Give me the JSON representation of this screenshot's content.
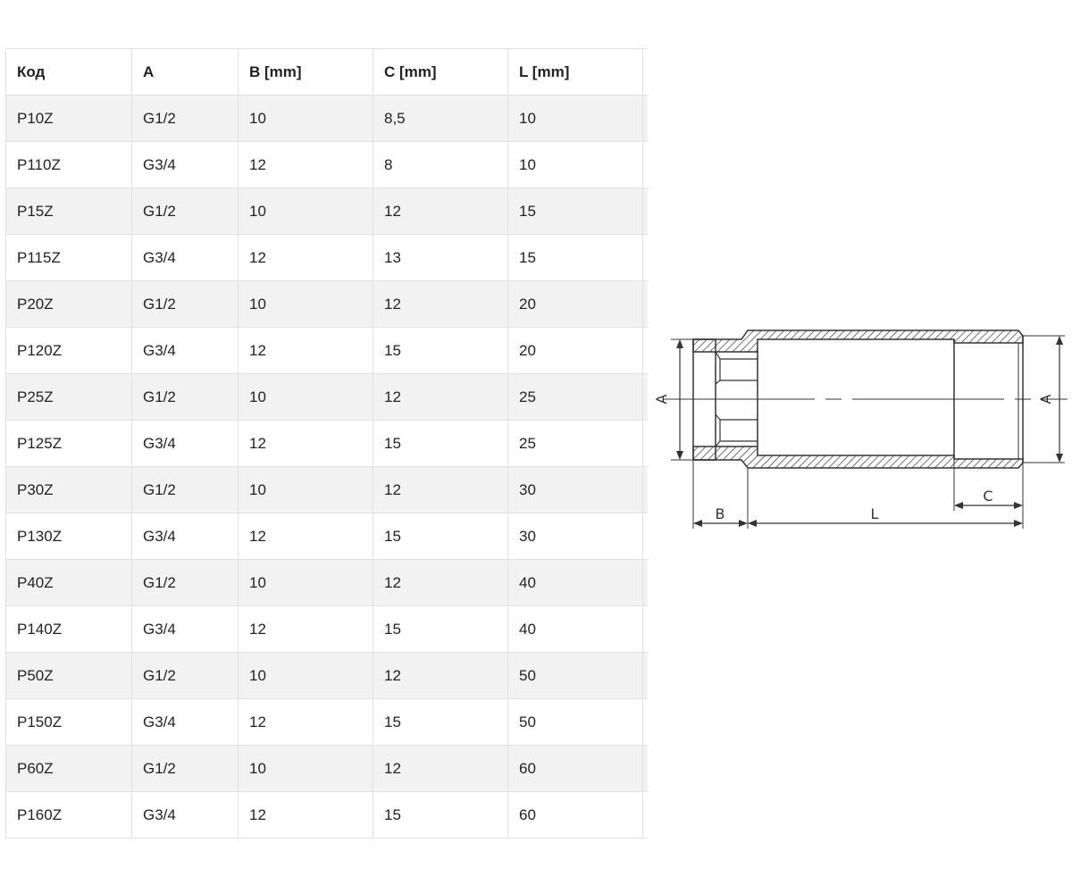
{
  "table": {
    "headers": [
      "Код",
      "A",
      "B [mm]",
      "C [mm]",
      "L [mm]"
    ],
    "rows": [
      [
        "P10Z",
        "G1/2",
        "10",
        "8,5",
        "10"
      ],
      [
        "P110Z",
        "G3/4",
        "12",
        "8",
        "10"
      ],
      [
        "P15Z",
        "G1/2",
        "10",
        "12",
        "15"
      ],
      [
        "P115Z",
        "G3/4",
        "12",
        "13",
        "15"
      ],
      [
        "P20Z",
        "G1/2",
        "10",
        "12",
        "20"
      ],
      [
        "P120Z",
        "G3/4",
        "12",
        "15",
        "20"
      ],
      [
        "P25Z",
        "G1/2",
        "10",
        "12",
        "25"
      ],
      [
        "P125Z",
        "G3/4",
        "12",
        "15",
        "25"
      ],
      [
        "P30Z",
        "G1/2",
        "10",
        "12",
        "30"
      ],
      [
        "P130Z",
        "G3/4",
        "12",
        "15",
        "30"
      ],
      [
        "P40Z",
        "G1/2",
        "10",
        "12",
        "40"
      ],
      [
        "P140Z",
        "G3/4",
        "12",
        "15",
        "40"
      ],
      [
        "P50Z",
        "G1/2",
        "10",
        "12",
        "50"
      ],
      [
        "P150Z",
        "G3/4",
        "12",
        "15",
        "50"
      ],
      [
        "P60Z",
        "G1/2",
        "10",
        "12",
        "60"
      ],
      [
        "P160Z",
        "G3/4",
        "12",
        "15",
        "60"
      ]
    ]
  },
  "diagram": {
    "label_a_left": "A",
    "label_a_right": "A",
    "label_b": "B",
    "label_c": "C",
    "label_l": "L"
  }
}
